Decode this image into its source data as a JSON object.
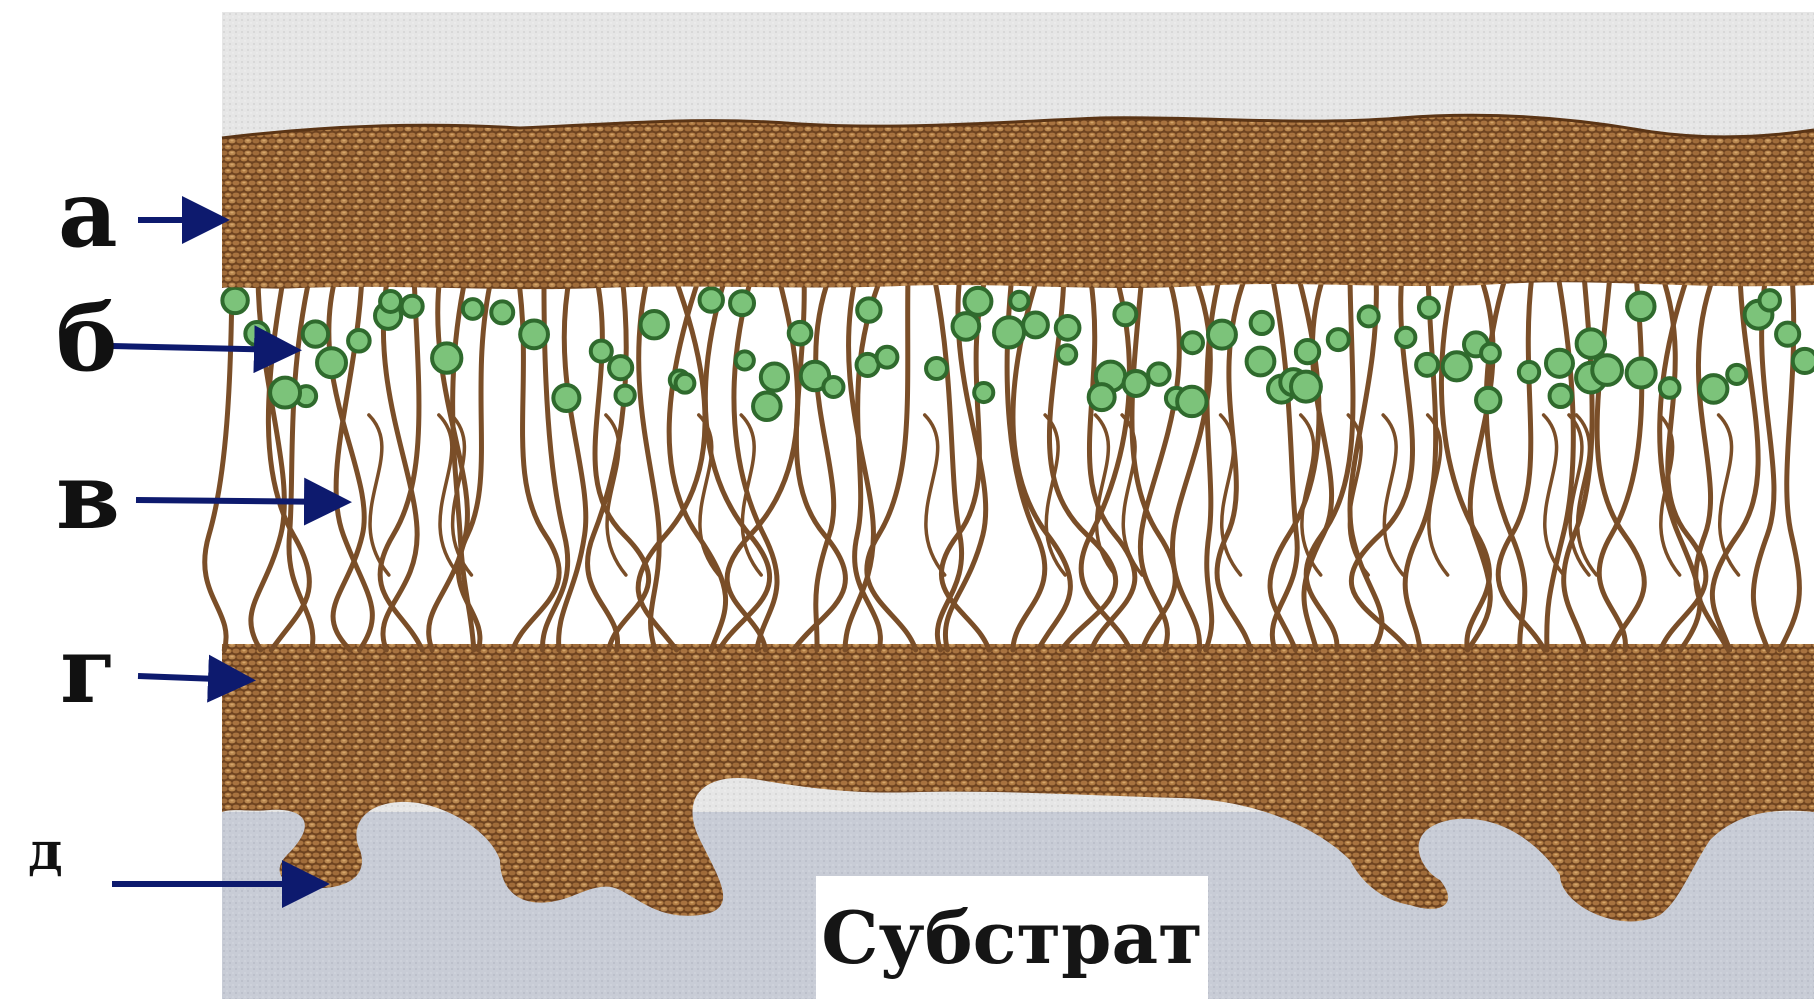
{
  "labels": [
    {
      "id": "a",
      "text": "а"
    },
    {
      "id": "b",
      "text": "б"
    },
    {
      "id": "v",
      "text": "в"
    },
    {
      "id": "g",
      "text": "г"
    },
    {
      "id": "d",
      "text": "д"
    }
  ],
  "substrate_label": "Субстрат",
  "colors": {
    "cortex": "#8a5a2e",
    "cortex_dark": "#6a3f1c",
    "cortex_light": "#b9874f",
    "algae": "#7cc37a",
    "algae_edge": "#2f6a2d",
    "hyphae": "#7a4e28",
    "substrate": "#c9ccd4",
    "sky": "#e3e3e3",
    "arrow": "#0d1a6e"
  }
}
